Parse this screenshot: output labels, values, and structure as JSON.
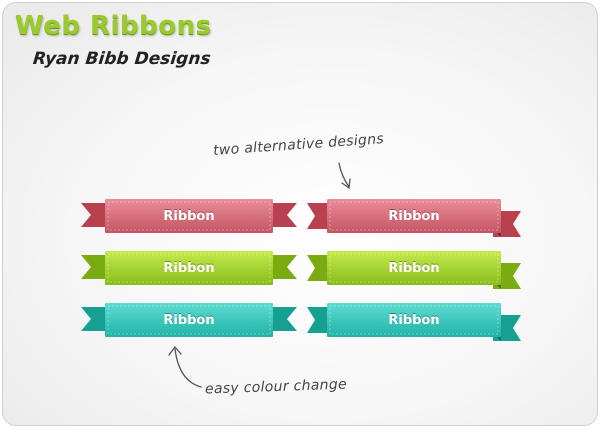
{
  "header": {
    "title": "Web Ribbons",
    "subtitle": "Ryan Bibb Designs"
  },
  "annotations": {
    "top_note": "two alternative designs",
    "bottom_note": "easy colour change"
  },
  "colors": {
    "title_green": "#9acb2a",
    "red": {
      "light": "#ea8d98",
      "dark": "#c45463",
      "tail": "#b9414f",
      "fold": "#7e2430"
    },
    "green": {
      "light": "#c6ea4e",
      "dark": "#86bd1a",
      "tail": "#7aac12",
      "fold": "#4c6f08"
    },
    "teal": {
      "light": "#5fdbd1",
      "dark": "#1fb3a6",
      "tail": "#16a094",
      "fold": "#0b6961"
    }
  },
  "ribbons": {
    "left_column": [
      {
        "label": "Ribbon",
        "color": "red"
      },
      {
        "label": "Ribbon",
        "color": "green"
      },
      {
        "label": "Ribbon",
        "color": "teal"
      }
    ],
    "right_column": [
      {
        "label": "Ribbon",
        "color": "red"
      },
      {
        "label": "Ribbon",
        "color": "green"
      },
      {
        "label": "Ribbon",
        "color": "teal"
      }
    ]
  }
}
